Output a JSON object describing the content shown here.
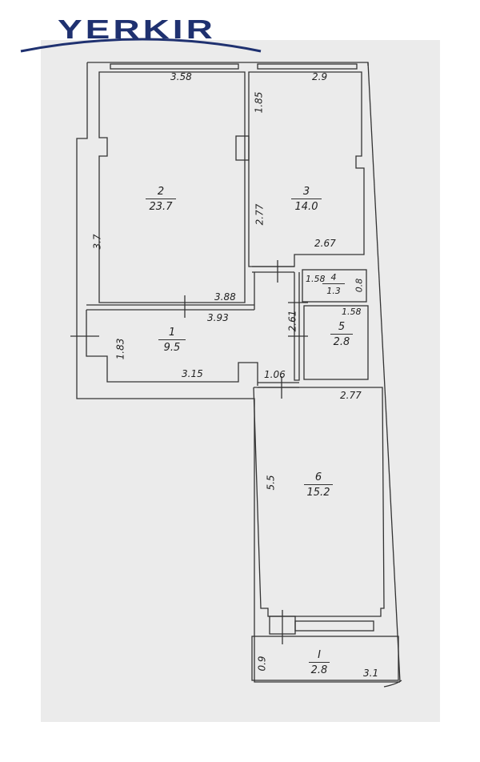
{
  "brand": {
    "logo_text": "YERKIR",
    "logo_color": "#1f3170",
    "logo-icon": "arc-swoosh"
  },
  "plan": {
    "paper_color": "#ebebeb",
    "line_color": "#333333",
    "rooms": [
      {
        "id": "2",
        "number": "2",
        "area": "23.7"
      },
      {
        "id": "3",
        "number": "3",
        "area": "14.0"
      },
      {
        "id": "1",
        "number": "1",
        "area": "9.5"
      },
      {
        "id": "4",
        "number": "4",
        "area": "1.3"
      },
      {
        "id": "5",
        "number": "5",
        "area": "2.8"
      },
      {
        "id": "6",
        "number": "6",
        "area": "15.2"
      },
      {
        "id": "balcony",
        "number": "I",
        "area": "2.8"
      }
    ],
    "dimensions": {
      "room2_width": "3.58",
      "room3_width": "2.9",
      "room3_window_depth": "1.85",
      "room2_height": "3.7",
      "room3_height": "2.77",
      "room3_bottom_width": "2.67",
      "room2_bottom_width": "3.88",
      "hall_top_width": "3.93",
      "hall_height": "1.83",
      "hall_bottom_width": "3.15",
      "corridor_height": "2.61",
      "door_width": "1.06",
      "room4_width": "1.58",
      "room4_height": "0.8",
      "room5_width": "1.58",
      "room6_width": "2.77",
      "room6_height": "5.5",
      "balcony_height": "0.9",
      "balcony_width": "3.1"
    }
  }
}
